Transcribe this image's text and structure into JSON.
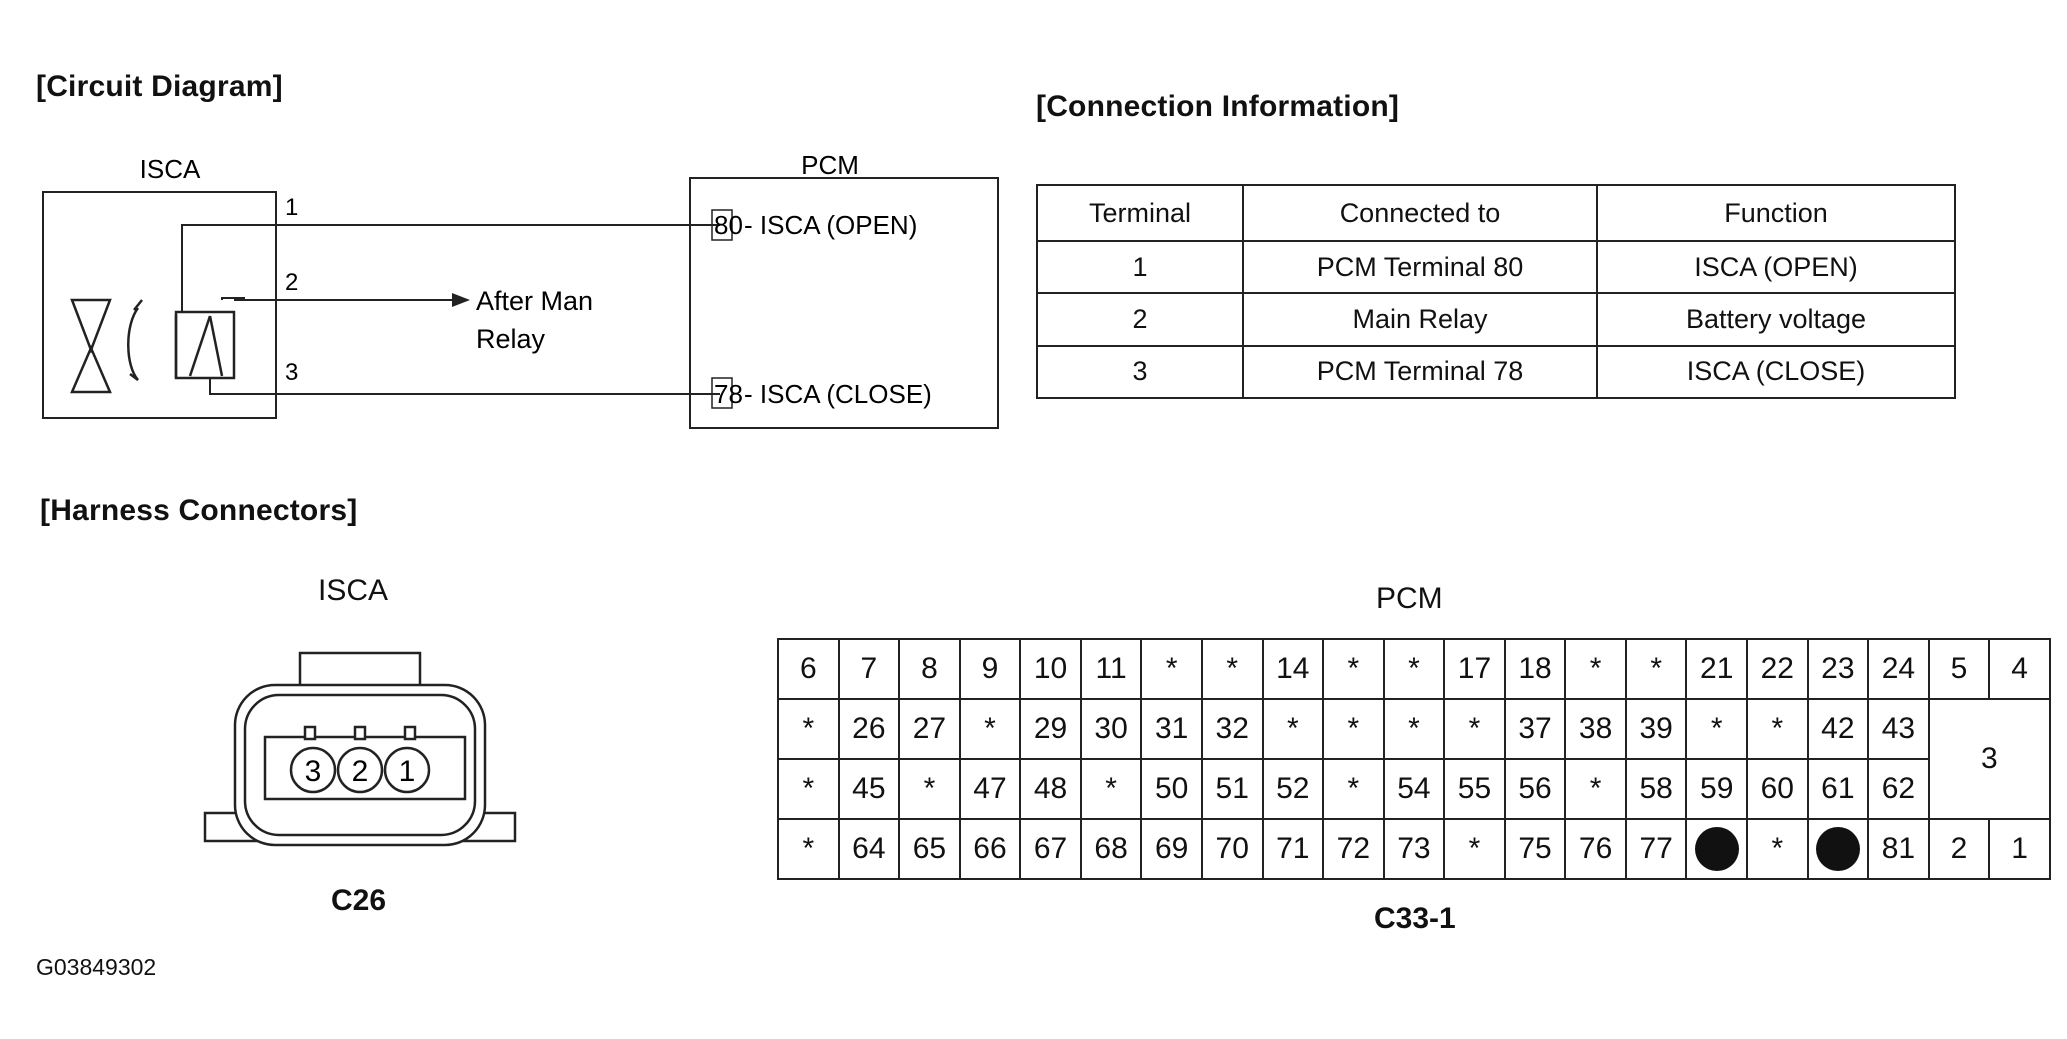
{
  "headings": {
    "circuit": "[Circuit Diagram]",
    "connection": "[Connection Information]",
    "harness": "[Harness Connectors]"
  },
  "circuit": {
    "isca_label": "ISCA",
    "pcm_label": "PCM",
    "pin1": "1",
    "pin2": "2",
    "pin3": "3",
    "pcm_term_80": "80",
    "pcm_term_80_text": " - ISCA (OPEN)",
    "pcm_term_78": "78",
    "pcm_term_78_text": " - ISCA (CLOSE)",
    "arrow_line1": "After Man",
    "arrow_line2": "Relay"
  },
  "connection_table": {
    "headers": [
      "Terminal",
      "Connected to",
      "Function"
    ],
    "rows": [
      [
        "1",
        "PCM Terminal 80",
        "ISCA (OPEN)"
      ],
      [
        "2",
        "Main Relay",
        "Battery voltage"
      ],
      [
        "3",
        "PCM Terminal 78",
        "ISCA (CLOSE)"
      ]
    ]
  },
  "harness": {
    "isca_title": "ISCA",
    "isca_pins": [
      "3",
      "2",
      "1"
    ],
    "isca_code": "C26",
    "pcm_title": "PCM",
    "pcm_code": "C33-1",
    "pcm_rows": [
      [
        "6",
        "7",
        "8",
        "9",
        "10",
        "11",
        "*",
        "*",
        "14",
        "*",
        "*",
        "17",
        "18",
        "*",
        "*",
        "21",
        "22",
        "23",
        "24",
        "5",
        "4"
      ],
      [
        "*",
        "26",
        "27",
        "*",
        "29",
        "30",
        "31",
        "32",
        "*",
        "*",
        "*",
        "*",
        "37",
        "38",
        "39",
        "*",
        "*",
        "42",
        "43",
        "3"
      ],
      [
        "*",
        "45",
        "*",
        "47",
        "48",
        "*",
        "50",
        "51",
        "52",
        "*",
        "54",
        "55",
        "56",
        "*",
        "58",
        "59",
        "60",
        "61",
        "62"
      ],
      [
        "*",
        "64",
        "65",
        "66",
        "67",
        "68",
        "69",
        "70",
        "71",
        "72",
        "73",
        "*",
        "75",
        "76",
        "77",
        "●",
        "*",
        "●",
        "81",
        "2",
        "1"
      ]
    ]
  },
  "figure_id": "G03849302"
}
